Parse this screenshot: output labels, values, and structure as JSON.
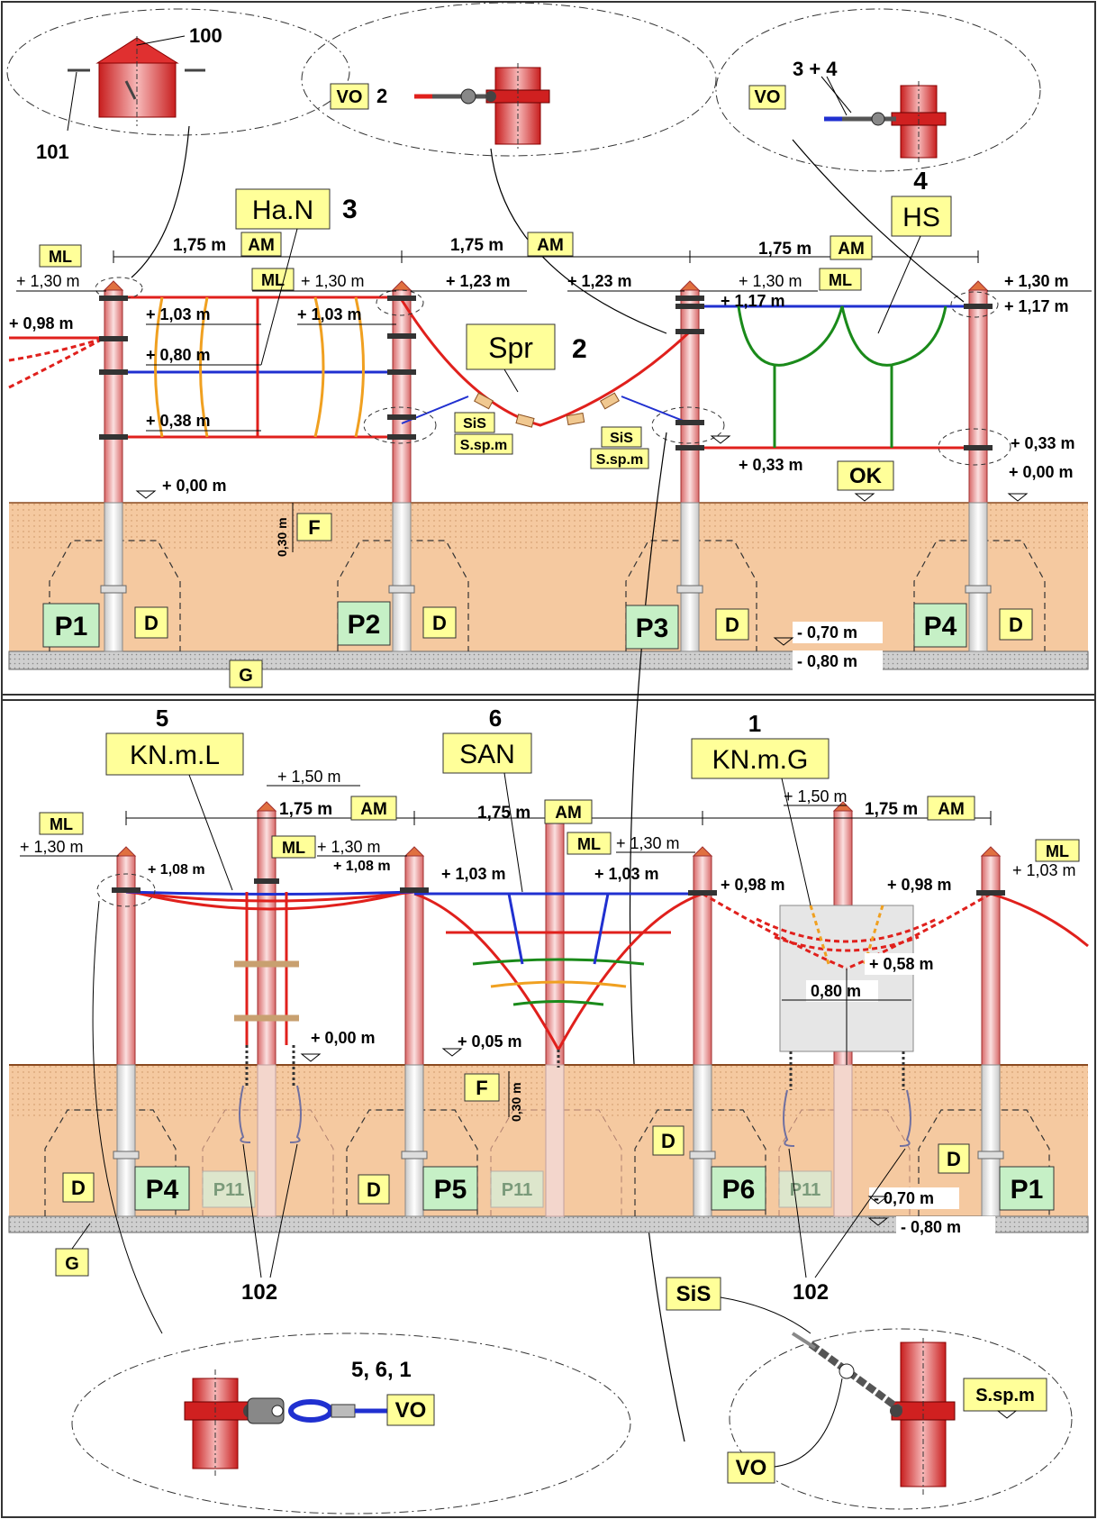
{
  "colors": {
    "ground": "#f5c9a0",
    "ground_dots": "#d9a070",
    "gravel": "#c8c8c8",
    "post": "#e8a0a0",
    "post_dark": "#c02828",
    "red_rope": "#e0201c",
    "blue_rope": "#2030d0",
    "green_rope": "#1a8a1a",
    "orange_rope": "#f0a020",
    "tag_yellow": "#ffff99",
    "tag_green": "#c6f0c6"
  },
  "top": {
    "callout_cap": {
      "n100": "100",
      "n101": "101"
    },
    "callout_vo2": {
      "tag": "VO",
      "num": "2"
    },
    "callout_vo34": {
      "tag": "VO",
      "num": "3 + 4"
    },
    "spans": [
      {
        "dist": "1,75 m",
        "tag": "AM"
      },
      {
        "dist": "1,75 m",
        "tag": "AM"
      },
      {
        "dist": "1,75 m",
        "tag": "AM"
      }
    ],
    "ml": [
      "ML",
      "ML",
      "ML"
    ],
    "heights": {
      "h130a": "+ 1,30 m",
      "h130b": "+ 1,30 m",
      "h130c": "+ 1,30 m",
      "h130d": "+ 1,30 m",
      "h123a": "+ 1,23 m",
      "h123b": "+ 1,23 m",
      "h117a": "+ 1,17 m",
      "h117b": "+ 1,17 m",
      "h103a": "+ 1,03 m",
      "h103b": "+ 1,03 m",
      "h098": "+ 0,98 m",
      "h080": "+ 0,80 m",
      "h038": "+ 0,38 m",
      "h033a": "+ 0,33 m",
      "h033b": "+ 0,33 m",
      "h000a": "+ 0,00 m",
      "h000b": "+ 0,00 m",
      "h070": "- 0,70 m",
      "h080neg": "- 0,80 m",
      "h030": "0,30 m"
    },
    "elements": {
      "han": {
        "tag": "Ha.N",
        "num": "3"
      },
      "spr": {
        "tag": "Spr",
        "num": "2"
      },
      "hs": {
        "tag": "HS",
        "num": "4"
      },
      "sis1": "SiS",
      "ssp1": "S.sp.m",
      "sis2": "SiS",
      "ssp2": "S.sp.m",
      "ok": "OK",
      "f": "F",
      "g": "G"
    },
    "posts": [
      "P1",
      "P2",
      "P3",
      "P4"
    ],
    "d": [
      "D",
      "D",
      "D",
      "D"
    ]
  },
  "bottom": {
    "elements": {
      "knml": {
        "tag": "KN.m.L",
        "num": "5"
      },
      "san": {
        "tag": "SAN",
        "num": "6"
      },
      "knmg": {
        "tag": "KN.m.G",
        "num": "1"
      },
      "f": "F",
      "g": "G",
      "sis": "SiS",
      "ssp": "S.sp.m",
      "vo_bottom_left": "VO",
      "vo_left_nums": "5, 6, 1",
      "vo_bottom_right": "VO",
      "n102a": "102",
      "n102b": "102"
    },
    "spans": [
      {
        "dist": "1,75 m",
        "tag": "AM"
      },
      {
        "dist": "1,75 m",
        "tag": "AM"
      },
      {
        "dist": "1,75 m",
        "tag": "AM"
      }
    ],
    "ml": [
      "ML",
      "ML",
      "ML",
      "ML"
    ],
    "heights": {
      "h150a": "+ 1,50 m",
      "h150b": "+ 1,50 m",
      "h130a": "+ 1,30 m",
      "h130b": "+ 1,30 m",
      "h130c": "+ 1,30 m",
      "h108a": "+ 1,08 m",
      "h108b": "+ 1,08 m",
      "h103a": "+ 1,03 m",
      "h103b": "+ 1,03 m",
      "h103c": "+ 1,03 m",
      "h098a": "+ 0,98 m",
      "h098b": "+ 0,98 m",
      "h058": "+ 0,58 m",
      "h080w": "0,80 m",
      "h005": "+ 0,05 m",
      "h000": "+ 0,00 m",
      "h070": "- 0,70 m",
      "h080neg": "- 0,80 m",
      "h030": "0,30 m"
    },
    "posts": [
      "P4",
      "P5",
      "P6",
      "P1"
    ],
    "p11": [
      "P11",
      "P11",
      "P11"
    ],
    "d": [
      "D",
      "D",
      "D",
      "D"
    ]
  }
}
